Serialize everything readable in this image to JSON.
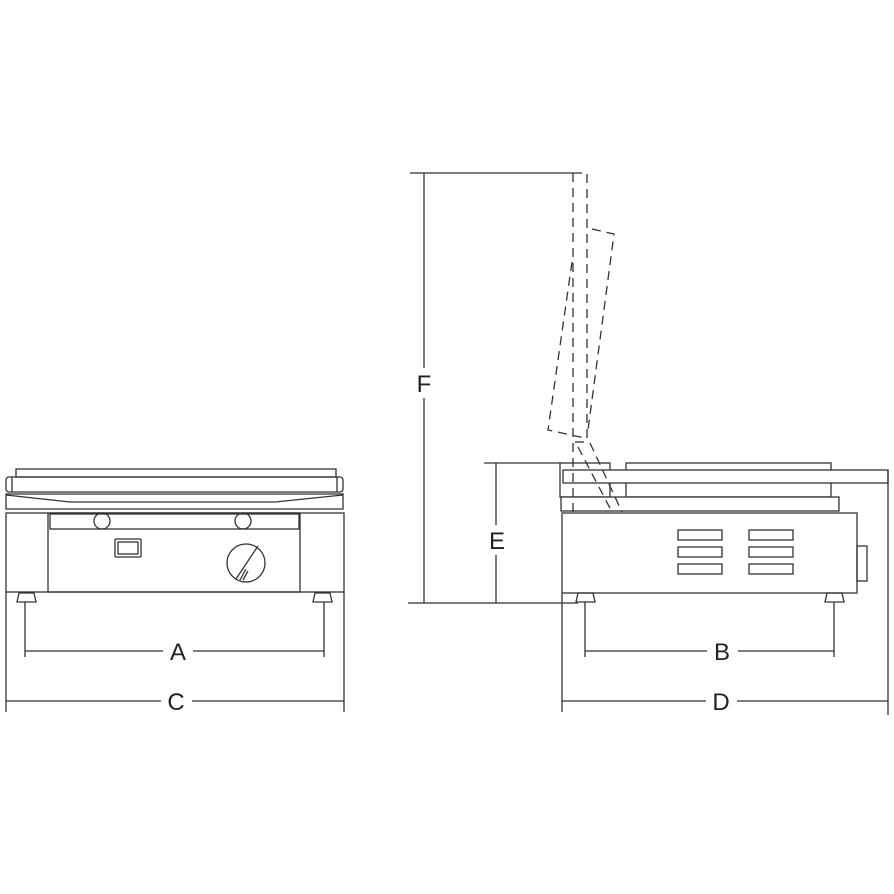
{
  "labels": {
    "a": "A",
    "b": "B",
    "c": "C",
    "d": "D",
    "e": "E",
    "f": "F"
  },
  "colors": {
    "line": "#333333",
    "background": "#ffffff"
  }
}
